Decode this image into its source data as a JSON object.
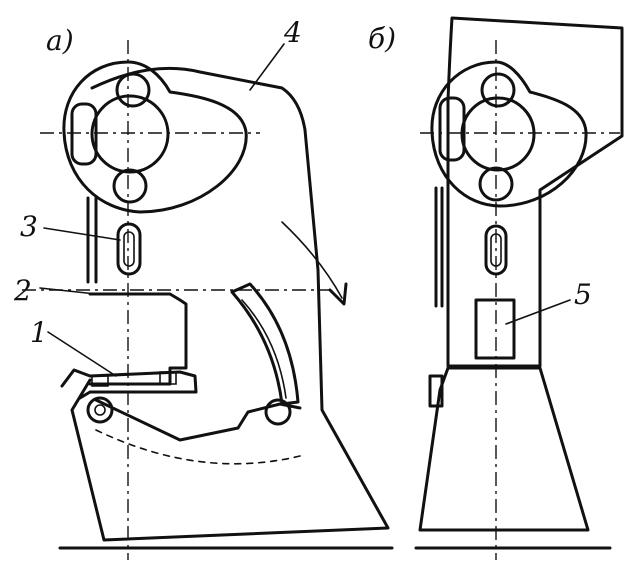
{
  "views": [
    {
      "id": "a",
      "label": "а)"
    },
    {
      "id": "b",
      "label": "б)"
    }
  ],
  "callouts": [
    {
      "id": "1",
      "label": "1"
    },
    {
      "id": "2",
      "label": "2"
    },
    {
      "id": "3",
      "label": "3"
    },
    {
      "id": "4",
      "label": "4"
    },
    {
      "id": "5",
      "label": "5"
    }
  ],
  "colors": {
    "ink": "#111111",
    "paper": "#ffffff"
  }
}
